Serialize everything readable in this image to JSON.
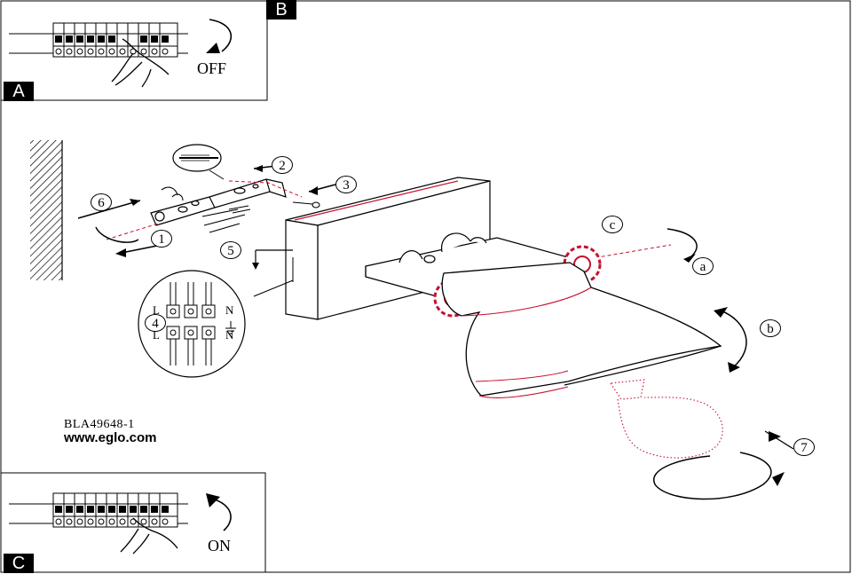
{
  "panel_a": {
    "tag": "A",
    "switch_state": "OFF"
  },
  "panel_b": {
    "tag": "B"
  },
  "panel_c": {
    "tag": "C",
    "switch_state": "ON"
  },
  "product_code": "BLA49648-1",
  "website": "www.eglo.com",
  "callouts": {
    "step_1": "1",
    "step_2": "2",
    "step_3": "3",
    "step_4": "4",
    "step_5": "5",
    "step_6": "6",
    "step_7": "7",
    "adjust_a": "a",
    "adjust_b": "b",
    "adjust_c": "c"
  },
  "terminal": {
    "live_top": "L",
    "neutral_top": "N",
    "live_bottom": "L",
    "neutral_bottom": "N"
  },
  "colors": {
    "line": "#000000",
    "accent": "#c8102e",
    "hatch": "#000000"
  }
}
